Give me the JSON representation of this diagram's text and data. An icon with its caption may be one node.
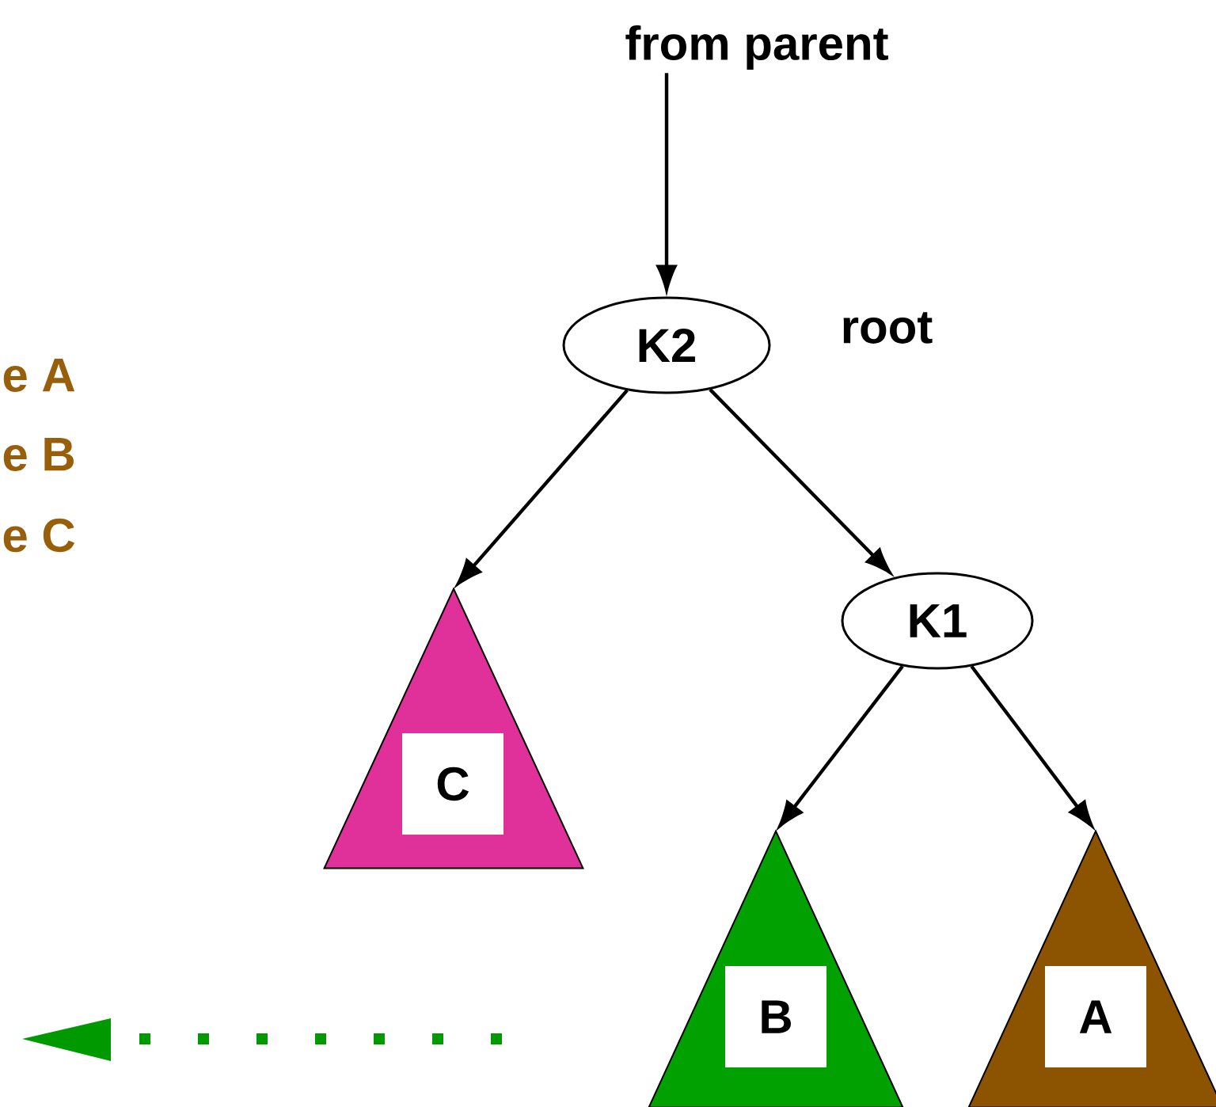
{
  "diagram": {
    "nodes": [
      {
        "text": [
          "from parent"
        ]
      },
      {
        "text": [
          "K2"
        ],
        "beside": [
          "root"
        ]
      },
      {
        "text": [
          "C"
        ]
      },
      {
        "text": [
          "K1"
        ]
      },
      {
        "text": [
          "B"
        ]
      },
      {
        "text": [
          "A"
        ]
      }
    ],
    "edges": [
      {
        "from": 0,
        "to": 1,
        "arrow": "to"
      },
      {
        "from": 1,
        "to": 2,
        "arrow": "to"
      },
      {
        "from": 1,
        "to": 3,
        "arrow": "to"
      },
      {
        "from": 3,
        "to": 4,
        "arrow": "to"
      },
      {
        "from": 3,
        "to": 5,
        "arrow": "to"
      }
    ],
    "labels": [
      "e A",
      "e B",
      "e C"
    ]
  }
}
